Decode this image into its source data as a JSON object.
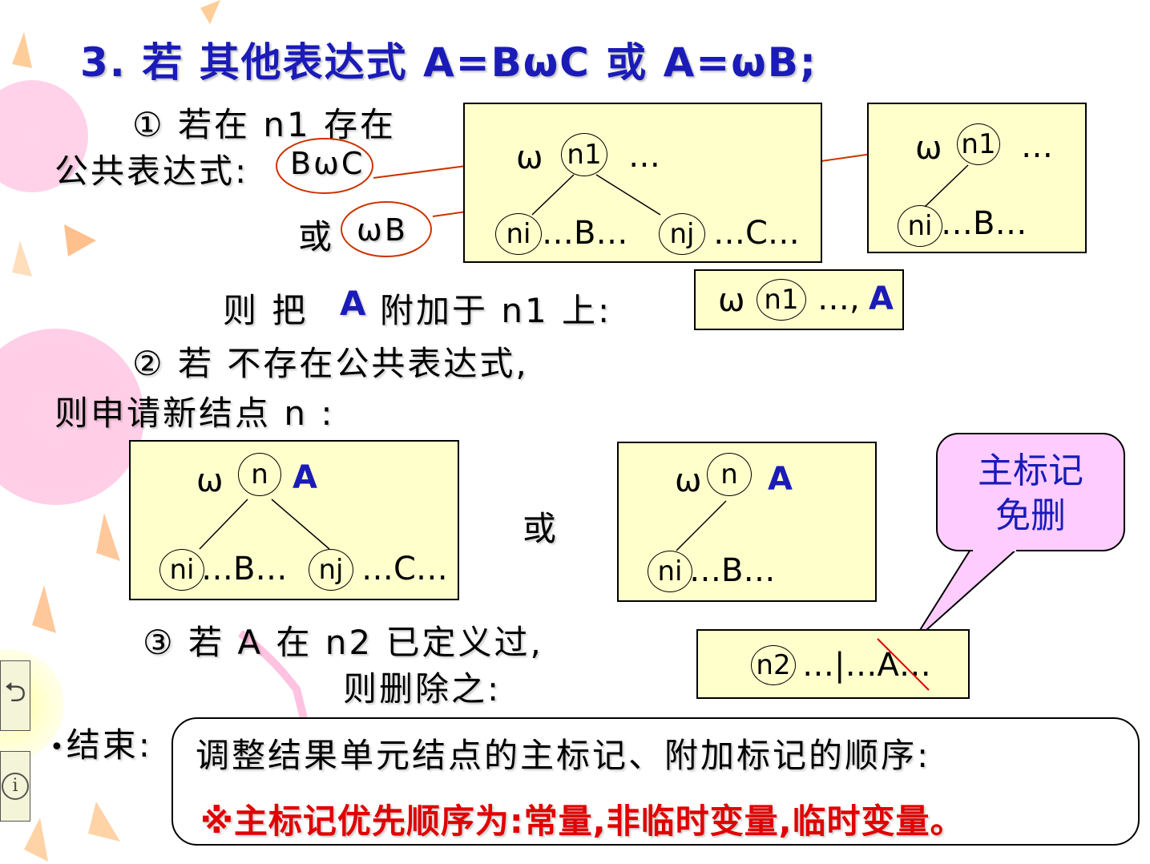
{
  "title": "3. 若 其他表达式 A=BωC 或 A=ωB;",
  "step1": {
    "line1": "① 若在 n1 存在",
    "line2_prefix": "公共表达式:",
    "expr1": "BωC",
    "or": "或",
    "expr2": "ωB",
    "then": "则 把",
    "then_var": "A",
    "then_rest": "附加于 n1 上:"
  },
  "step2": {
    "line1": "② 若 不存在公共表达式,",
    "line2": "则申请新结点 n :",
    "or": "或"
  },
  "step3": {
    "line1": "③ 若 A 在 n2 已定义过,",
    "line2": "则删除之:"
  },
  "callout": {
    "line1": "主标记",
    "line2": "免删"
  },
  "end": {
    "label": "结束:",
    "line1": "调整结果单元结点的主标记、附加标记的顺序:",
    "line2": "※主标记优先顺序为:常量,非临时变量,临时变量。"
  },
  "diagrams": {
    "d1": {
      "op": "ω",
      "node": "n1",
      "trail": "…",
      "left_node": "ni",
      "left_text": "…B…",
      "right_node": "nj",
      "right_text": "…C…"
    },
    "d2": {
      "op": "ω",
      "node": "n1",
      "trail": "…",
      "left_node": "ni",
      "left_text": "…B…"
    },
    "d3": {
      "op": "ω",
      "node": "n1",
      "trail": "…,",
      "var": "A"
    },
    "d4": {
      "op": "ω",
      "node": "n",
      "var": "A",
      "left_node": "ni",
      "left_text": "…B…",
      "right_node": "nj",
      "right_text": "…C…"
    },
    "d5": {
      "op": "ω",
      "node": "n",
      "var": "A",
      "left_node": "ni",
      "left_text": "…B…"
    },
    "d6": {
      "node": "n2",
      "text": "…|…A…"
    }
  },
  "colors": {
    "title": "#1b1bb8",
    "emphasis": "#e00000",
    "arrow": "#cc3300",
    "box_fill": "#ffffcc",
    "callout_fill": "#ffccff"
  },
  "icons": [
    "return-icon",
    "info-icon"
  ]
}
